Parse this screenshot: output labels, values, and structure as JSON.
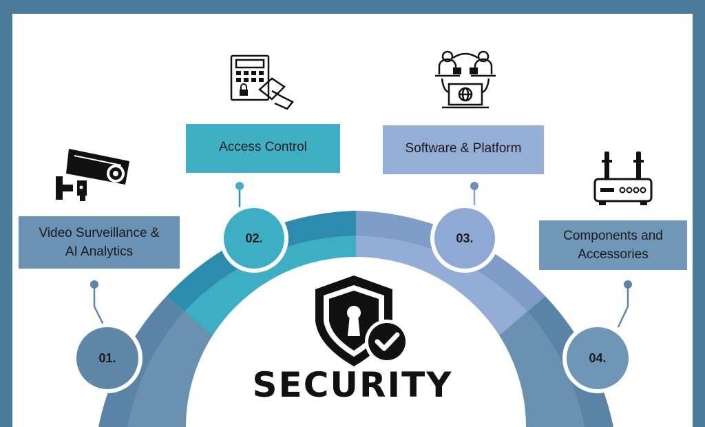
{
  "title": "SECURITY",
  "categories": [
    {
      "number": "01.",
      "label_line1": "Video Surveillance &",
      "label_line2": "AI Analytics",
      "icon": "cctv-camera-icon"
    },
    {
      "number": "02.",
      "label_line1": "Access Control",
      "label_line2": "",
      "icon": "keypad-access-icon"
    },
    {
      "number": "03.",
      "label_line1": "Software & Platform",
      "label_line2": "",
      "icon": "network-users-icon"
    },
    {
      "number": "04.",
      "label_line1": "Components and",
      "label_line2": "Accessories",
      "icon": "router-icon"
    }
  ],
  "center_icon": "shield-check-lock-icon",
  "colors": {
    "frame": "#4a7a9c",
    "seg1": "#5d86a6",
    "seg2": "#2f8fb0",
    "seg3": "#8aa6cf",
    "seg4": "#6990b0",
    "box1": "#6a92b4",
    "box2": "#3fb0c4",
    "box3": "#94aed6",
    "box4": "#7097b7"
  }
}
